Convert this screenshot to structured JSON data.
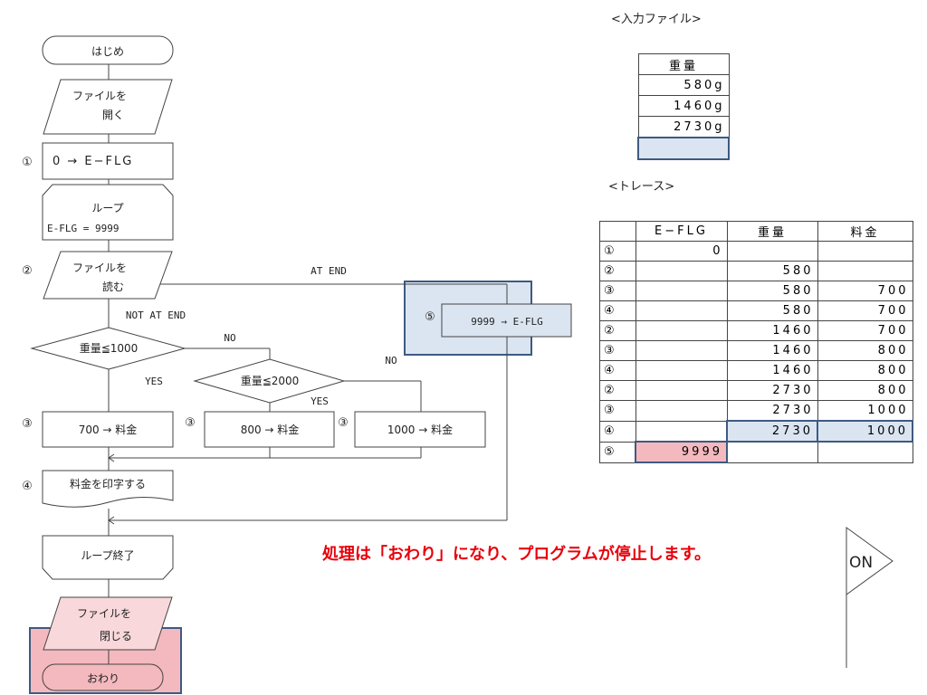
{
  "flowchart": {
    "start": "はじめ",
    "open_file": [
      "ファイルを",
      "開く"
    ],
    "step1_marker": "①",
    "step1": "0 → E−FLG",
    "loop_start": [
      "ループ",
      "E-FLG = 9999"
    ],
    "step2_marker": "②",
    "read_file": [
      "ファイルを",
      "読む"
    ],
    "at_end": "AT END",
    "step5_marker": "⑤",
    "step5": "9999 → E-FLG",
    "not_at_end": "NOT AT END",
    "decision1": "重量≦1000",
    "decision2": "重量≦2000",
    "no1": "NO",
    "no2": "NO",
    "yes1": "YES",
    "yes2": "YES",
    "step3a_marker": "③",
    "step3a": "700 → 料金",
    "step3b_marker": "③",
    "step3b": "800 → 料金",
    "step3c_marker": "③",
    "step3c": "1000 → 料金",
    "step4_marker": "④",
    "print": "料金を印字する",
    "loop_end": "ループ終了",
    "close_file": [
      "ファイルを",
      "閉じる"
    ],
    "end": "おわり"
  },
  "input_file": {
    "title": "<入力ファイル>",
    "header": "重量",
    "rows": [
      "580g",
      "1460g",
      "2730g",
      ""
    ]
  },
  "trace": {
    "title": "<トレース>",
    "headers": [
      "",
      "E−FLG",
      "重量",
      "料金"
    ],
    "rows": [
      [
        "①",
        "0",
        "",
        ""
      ],
      [
        "②",
        "",
        "580",
        ""
      ],
      [
        "③",
        "",
        "580",
        "700"
      ],
      [
        "④",
        "",
        "580",
        "700"
      ],
      [
        "②",
        "",
        "1460",
        "700"
      ],
      [
        "③",
        "",
        "1460",
        "800"
      ],
      [
        "④",
        "",
        "1460",
        "800"
      ],
      [
        "②",
        "",
        "2730",
        "800"
      ],
      [
        "③",
        "",
        "2730",
        "1000"
      ],
      [
        "④",
        "",
        "2730",
        "1000"
      ],
      [
        "⑤",
        "9999",
        "",
        ""
      ]
    ]
  },
  "message": "処理は「おわり」になり、プログラムが停止します。",
  "flag_label": "ON",
  "colors": {
    "highlight_blue": "#dbe5f1",
    "highlight_border": "#3d5a80",
    "highlight_pink": "#f4b9be",
    "message_red": "#e8000b"
  }
}
